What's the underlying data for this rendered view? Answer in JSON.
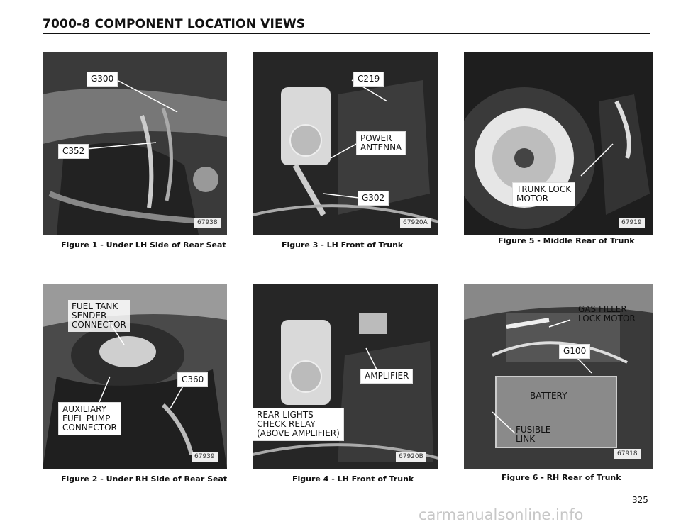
{
  "header": {
    "title": "7000-8   COMPONENT LOCATION VIEWS"
  },
  "figures": [
    {
      "caption": "Figure 1 - Under LH Side of Rear Seat",
      "code": "67938",
      "callouts": [
        "G300",
        "C352"
      ]
    },
    {
      "caption": "Figure 2 - Under RH Side of Rear Seat",
      "code": "67939",
      "callouts": [
        "FUEL TANK\nSENDER\nCONNECTOR",
        "C360",
        "AUXILIARY\nFUEL PUMP\nCONNECTOR"
      ]
    },
    {
      "caption": "Figure 3 - LH Front of Trunk",
      "code": "67920A",
      "callouts": [
        "C219",
        "POWER\nANTENNA",
        "G302"
      ]
    },
    {
      "caption": "Figure 4 - LH Front of Trunk",
      "code": "67920B",
      "callouts": [
        "AMPLIFIER",
        "REAR LIGHTS\nCHECK RELAY\n(ABOVE AMPLIFIER)"
      ]
    },
    {
      "caption": "Figure 5 - Middle Rear of Trunk",
      "code": "67919",
      "callouts": [
        "TRUNK LOCK\nMOTOR"
      ]
    },
    {
      "caption": "Figure 6 - RH Rear of Trunk",
      "code": "67918",
      "callouts": [
        "GAS FILLER\nLOCK MOTOR",
        "G100",
        "BATTERY",
        "FUSIBLE\nLINK"
      ]
    }
  ],
  "page_number": "325",
  "watermark": "carmanualsonline.info"
}
